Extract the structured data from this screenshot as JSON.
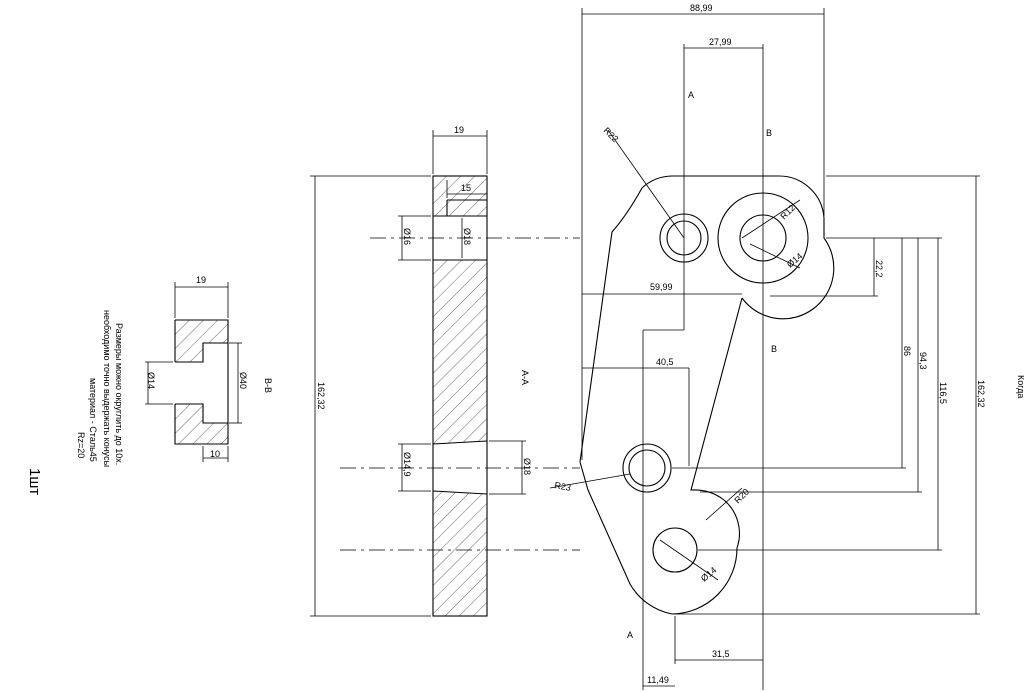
{
  "quantity_note": "1шт",
  "notes": [
    "Размеры можно округлить до 10х.",
    "необходимо точно выдержать конусы",
    "материал - Сталь45",
    "Rz=20"
  ],
  "section_labels": {
    "bb": "B-B",
    "aa": "A-A",
    "a": "A",
    "b": "B"
  },
  "bb_dims": {
    "width": "19",
    "d_small": "Ø14",
    "d_big": "Ø40",
    "depth": "10"
  },
  "aa_dims": {
    "thickness": "19",
    "c_bore_depth": "15",
    "d16": "Ø16",
    "d18_top": "Ø18",
    "d149": "Ø14,9",
    "d18_bottom": "Ø18",
    "height": "162,32"
  },
  "front_dims": {
    "width_total": "88,99",
    "width_2799": "27,99",
    "r22": "R22",
    "r12": "R12",
    "d14_top": "Ø14",
    "w5999": "59,99",
    "h222": "22,2",
    "w405": "40,5",
    "h86": "86",
    "h943": "94,3",
    "h1165": "116,5",
    "height_right": "162,32",
    "r23": "R23",
    "r20": "R20",
    "d14_bottom": "Ø14",
    "w315": "31,5",
    "w1149": "11,49"
  },
  "right_edge_text": "Когда"
}
